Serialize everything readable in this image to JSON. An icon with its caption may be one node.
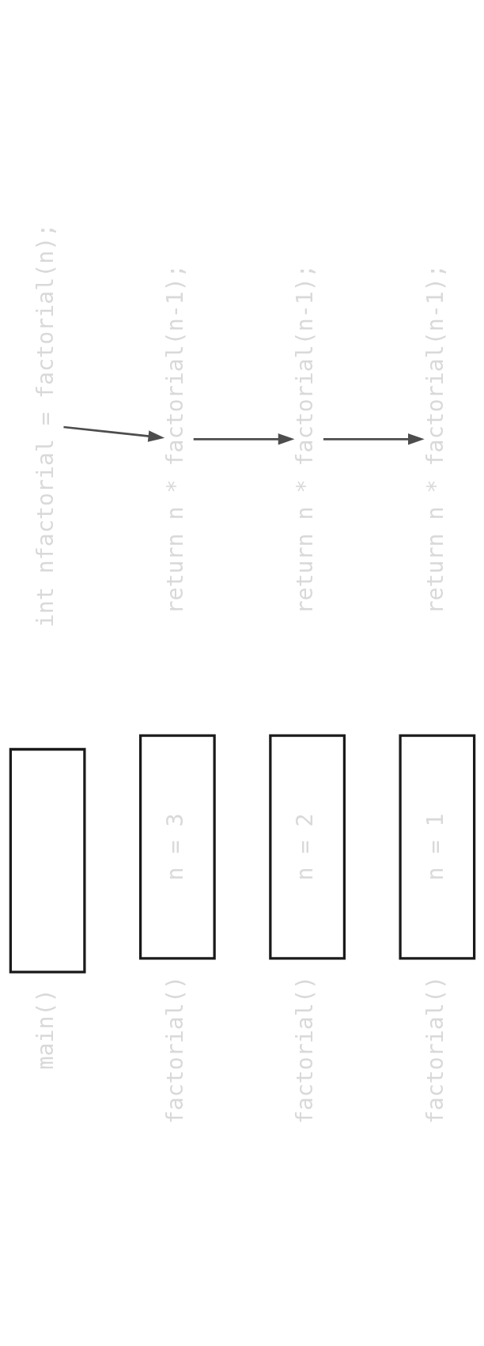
{
  "diagram": {
    "nodes": [
      {
        "text": [
          "int nfactorial = factorial(n);"
        ]
      },
      {
        "text": [
          "return n * factorial(n-1);"
        ]
      },
      {
        "text": [
          "return n * factorial(n-1);"
        ]
      },
      {
        "text": [
          "return n * factorial(n-1);"
        ]
      },
      {
        "text": [],
        "shape": "box",
        "beside": [
          "main()"
        ]
      },
      {
        "text": [
          "n = 3"
        ],
        "beside": [
          "factorial()"
        ]
      },
      {
        "text": [
          "n = 2"
        ],
        "beside": [
          "factorial()"
        ]
      },
      {
        "text": [
          "n = 1"
        ],
        "beside": [
          "factorial()"
        ]
      }
    ],
    "edges": [
      {
        "from": 0,
        "to": 1,
        "arrow": "to"
      },
      {
        "from": 1,
        "to": 2,
        "arrow": "to"
      },
      {
        "from": 2,
        "to": 3,
        "arrow": "to"
      }
    ]
  }
}
